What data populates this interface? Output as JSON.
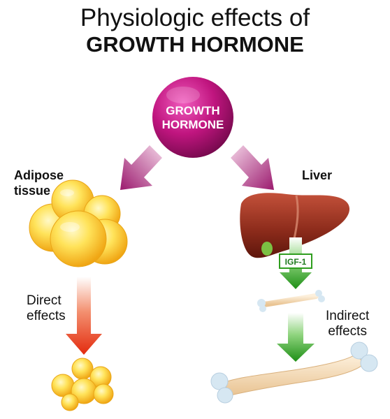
{
  "title": {
    "line1": "Physiologic effects of",
    "line2": "GROWTH HORMONE"
  },
  "hormone": {
    "line1": "GROWTH",
    "line2": "HORMONE",
    "color": "#c0157f"
  },
  "labels": {
    "adipose_line1": "Adipose",
    "adipose_line2": "tissue",
    "liver": "Liver",
    "igf": "IGF-1",
    "direct_line1": "Direct",
    "direct_line2": "effects",
    "indirect_line1": "Indirect",
    "indirect_line2": "effects"
  },
  "colors": {
    "fat_cell": "#f6c21a",
    "liver": "#8a2a1a",
    "direct_arrow": "#e63312",
    "indirect_arrow": "#2f9e1f",
    "bone": "#f3d9b3"
  }
}
